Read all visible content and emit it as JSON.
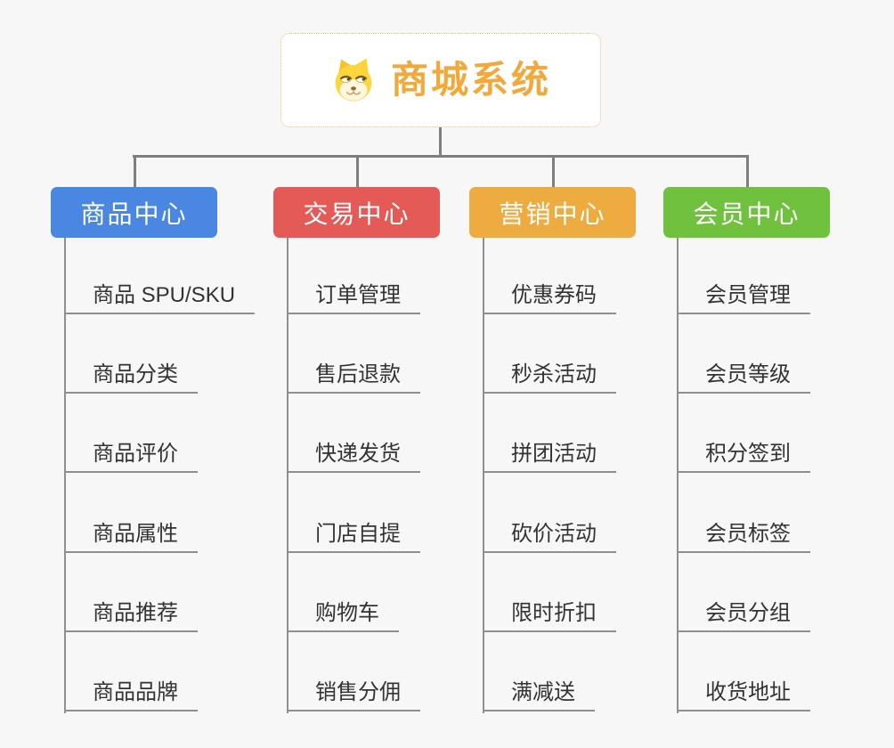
{
  "root": {
    "label": "商城系统",
    "icon": "dog-face-icon",
    "accent_color": "#f2a93c",
    "border_color": "#f3bd6a"
  },
  "branches": [
    {
      "label": "商品中心",
      "color": "#4a87e2",
      "items": [
        "商品 SPU/SKU",
        "商品分类",
        "商品评价",
        "商品属性",
        "商品推荐",
        "商品品牌"
      ]
    },
    {
      "label": "交易中心",
      "color": "#e45a57",
      "items": [
        "订单管理",
        "售后退款",
        "快递发货",
        "门店自提",
        "购物车",
        "销售分佣"
      ]
    },
    {
      "label": "营销中心",
      "color": "#eeab40",
      "items": [
        "优惠券码",
        "秒杀活动",
        "拼团活动",
        "砍价活动",
        "限时折扣",
        "满减送"
      ]
    },
    {
      "label": "会员中心",
      "color": "#6fc13e",
      "items": [
        "会员管理",
        "会员等级",
        "积分签到",
        "会员标签",
        "会员分组",
        "收货地址"
      ]
    }
  ]
}
